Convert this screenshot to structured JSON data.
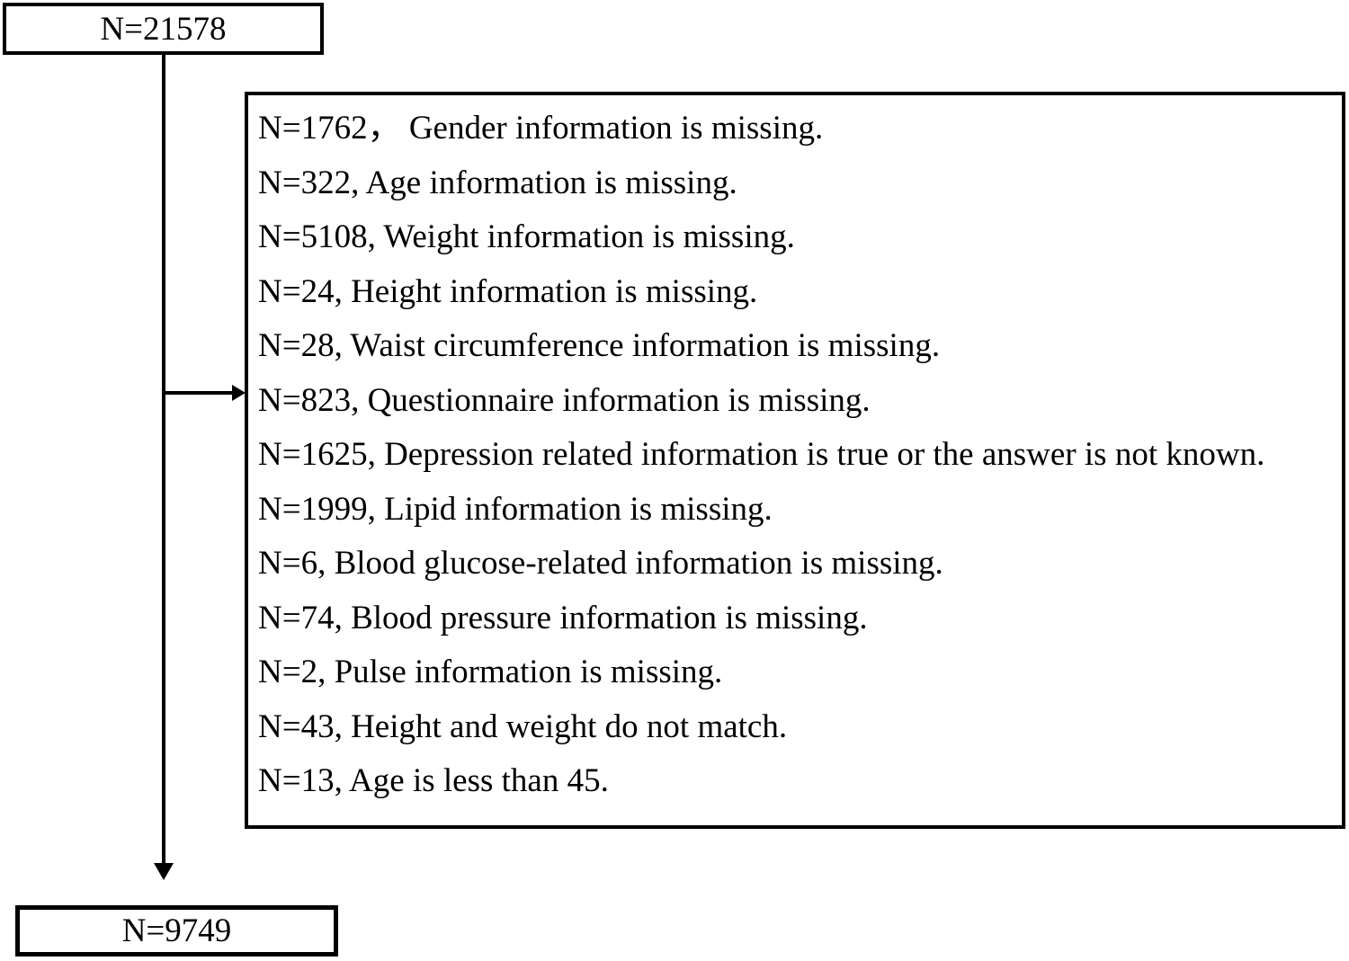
{
  "flowchart": {
    "start_box": {
      "label": "N=21578"
    },
    "exclusions_box": {
      "items": [
        "N=1762， Gender information is missing.",
        "N=322, Age information is missing.",
        "N=5108, Weight information is missing.",
        "N=24, Height information is missing.",
        "N=28, Waist circumference information is missing.",
        "N=823, Questionnaire information is missing.",
        "N=1625, Depression related information is true or the answer is not known.",
        "N=1999, Lipid information is missing.",
        "N=6, Blood glucose-related information is missing.",
        "N=74, Blood pressure information is missing.",
        "N=2, Pulse information is missing.",
        "N=43, Height and weight do not match.",
        "N=13, Age is less than 45."
      ]
    },
    "end_box": {
      "label": "N=9749"
    },
    "colors": {
      "line": "#000000",
      "text": "#000000",
      "background": "#ffffff"
    }
  }
}
